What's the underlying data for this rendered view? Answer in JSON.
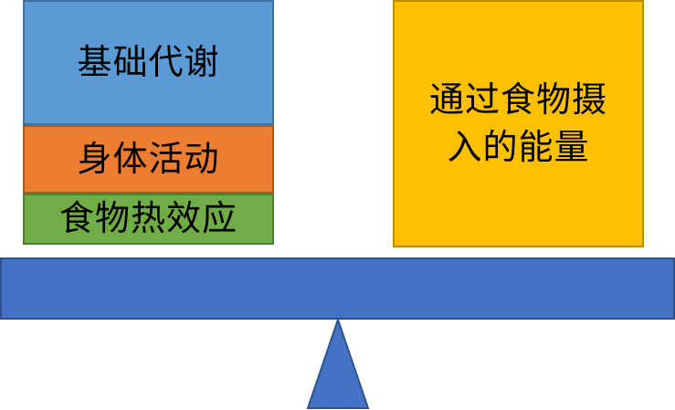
{
  "left_side": {
    "top_label": "基础代谢",
    "middle_label": "身体活动",
    "bottom_label": "食物热效应"
  },
  "right_side": {
    "label": "通过食物摄入的能量"
  },
  "colors": {
    "bmr_block": "#5B9BD5",
    "activity_block": "#ED7D31",
    "tef_block": "#70AD47",
    "intake_block": "#FFC000",
    "beam": "#4472C4",
    "fulcrum": "#4472C4"
  }
}
